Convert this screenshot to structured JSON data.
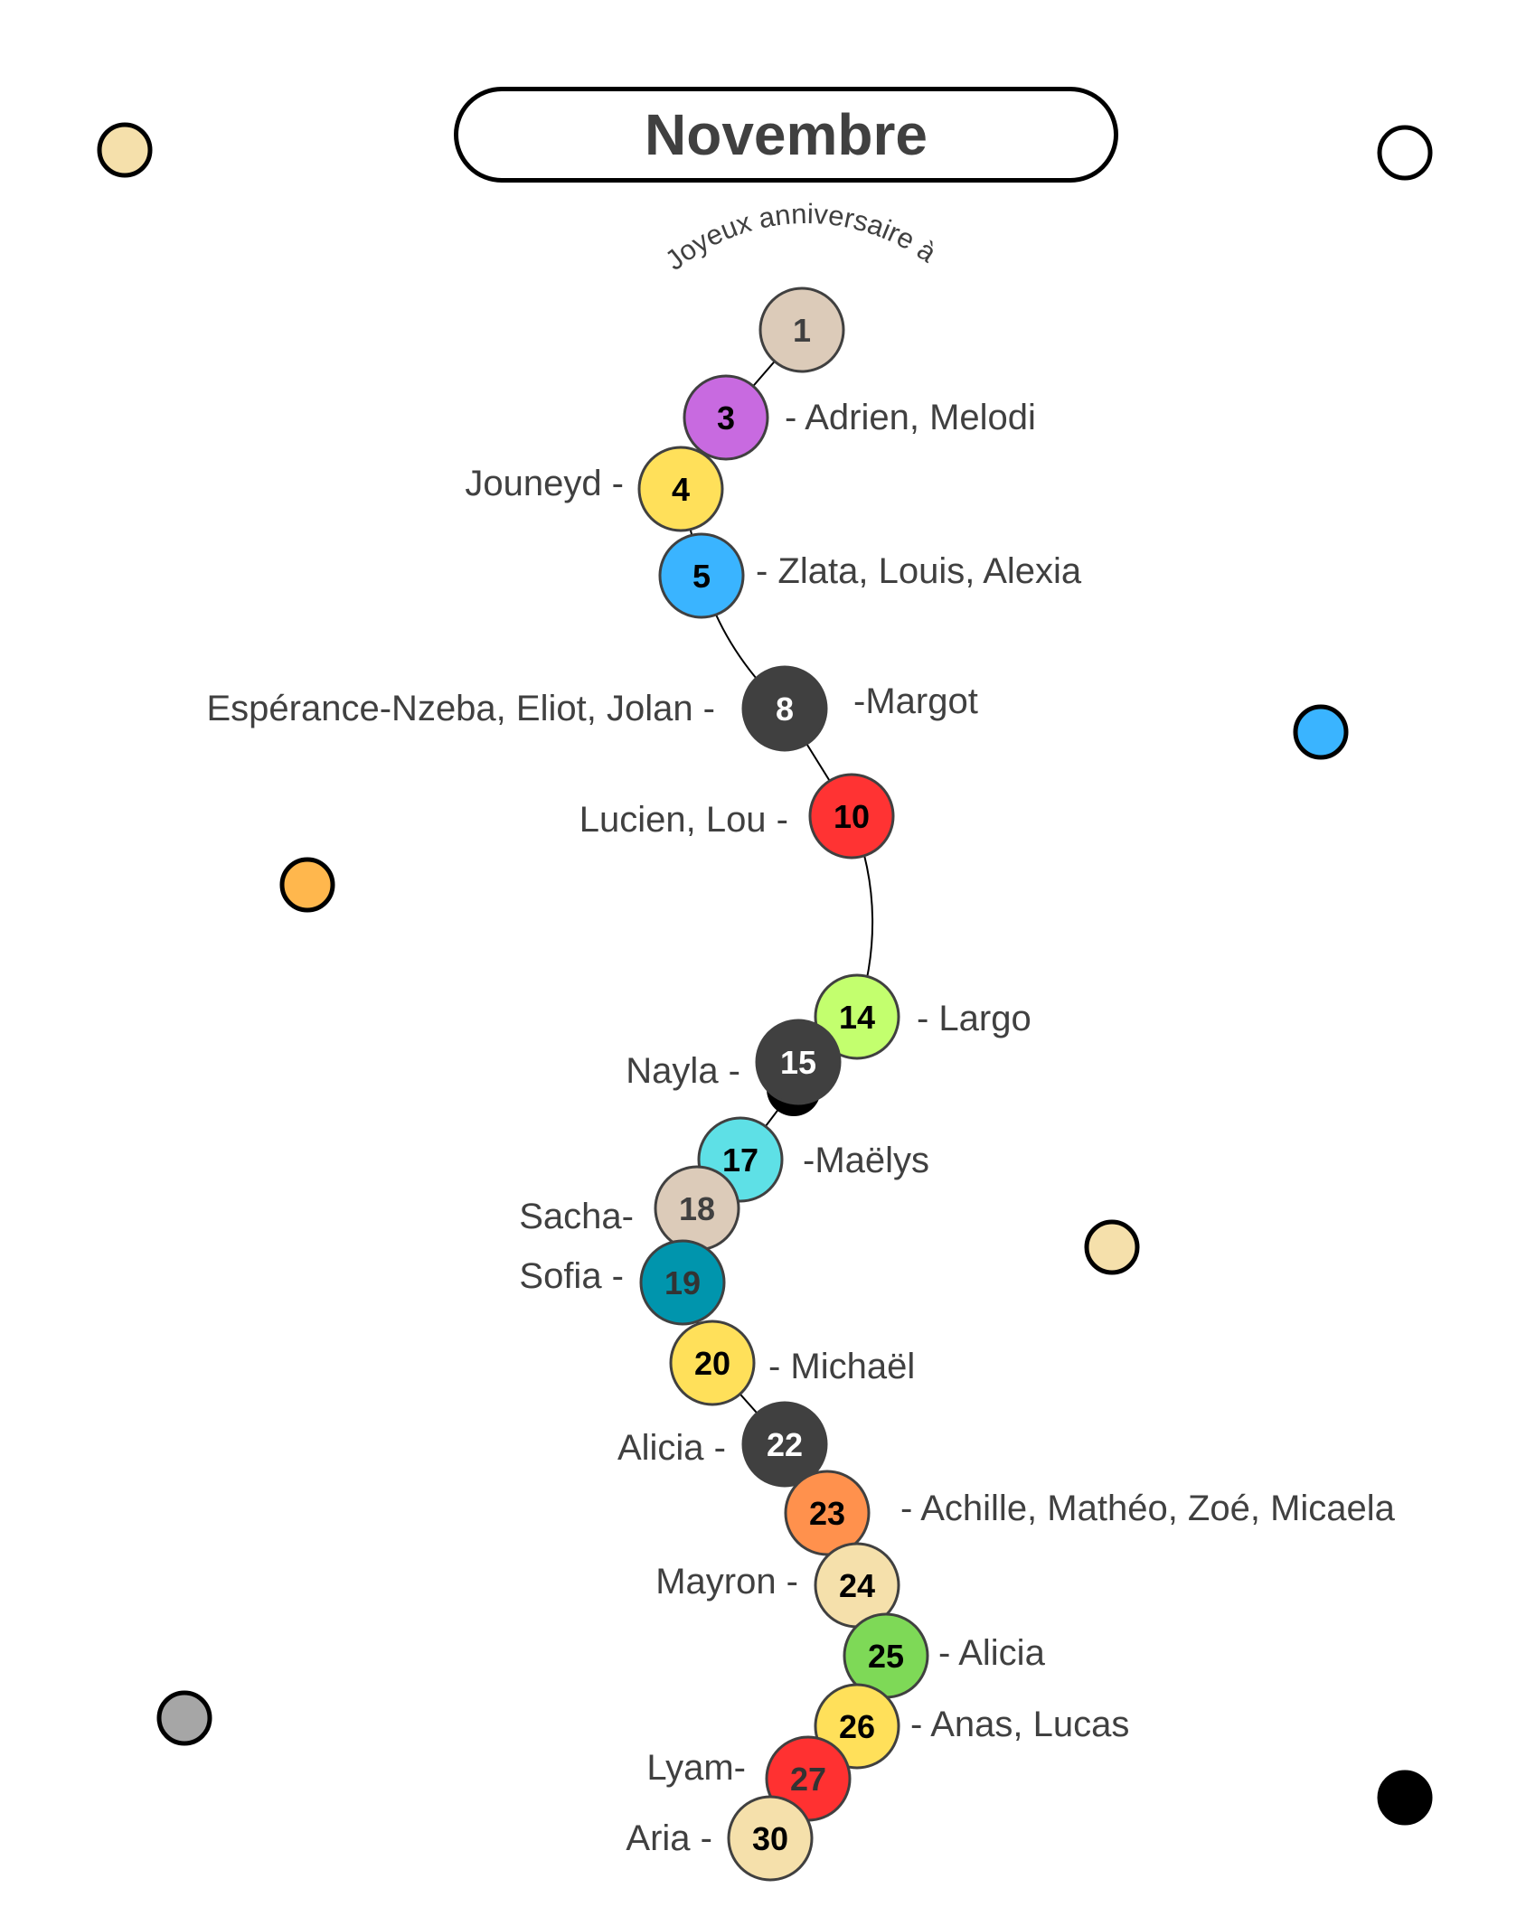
{
  "title": "Novembre",
  "subtitle": "Joyeux anniversaire à",
  "colors": {
    "line": "#000000",
    "circle_stroke": "#404040",
    "text": "#404040"
  },
  "decor_dots": [
    "#f5e0ab",
    "#ffffff",
    "#3ab4ff",
    "#ffb74d",
    "#f5e0ab",
    "#a6a6a6",
    "#000000"
  ],
  "days": [
    {
      "day": "1",
      "color": "#dccbb9",
      "text_color": "#404040"
    },
    {
      "day": "3",
      "color": "#c86ae0",
      "text_color": "#000000"
    },
    {
      "day": "4",
      "color": "#ffe05a",
      "text_color": "#000000"
    },
    {
      "day": "5",
      "color": "#3ab4ff",
      "text_color": "#000000"
    },
    {
      "day": "8",
      "color": "#404040",
      "text_color": "#ffffff"
    },
    {
      "day": "10",
      "color": "#ff3333",
      "text_color": "#000000"
    },
    {
      "day": "14",
      "color": "#c3ff6e",
      "text_color": "#000000"
    },
    {
      "day": "15",
      "color": "#404040",
      "text_color": "#ffffff"
    },
    {
      "day": "17",
      "color": "#5ee0e6",
      "text_color": "#000000"
    },
    {
      "day": "18",
      "color": "#dccbb9",
      "text_color": "#404040"
    },
    {
      "day": "19",
      "color": "#0095ad",
      "text_color": "#333333"
    },
    {
      "day": "20",
      "color": "#ffe05a",
      "text_color": "#000000"
    },
    {
      "day": "22",
      "color": "#404040",
      "text_color": "#ffffff"
    },
    {
      "day": "23",
      "color": "#ff914d",
      "text_color": "#000000"
    },
    {
      "day": "24",
      "color": "#f5e0ab",
      "text_color": "#000000"
    },
    {
      "day": "25",
      "color": "#7ed957",
      "text_color": "#000000"
    },
    {
      "day": "26",
      "color": "#ffe05a",
      "text_color": "#000000"
    },
    {
      "day": "27",
      "color": "#ff3131",
      "text_color": "#333333"
    },
    {
      "day": "30",
      "color": "#f5e0ab",
      "text_color": "#000000"
    }
  ],
  "labels": [
    "- Adrien, Melodi",
    "Jouneyd -",
    "- Zlata, Louis, Alexia",
    "Espérance-Nzeba, Eliot, Jolan -",
    "-Margot",
    "Lucien, Lou -",
    "- Largo",
    "Nayla -",
    "-Maëlys",
    "Sacha-",
    "Sofia -",
    "- Michaël",
    "Alicia -",
    "- Achille, Mathéo, Zoé, Micaela",
    "Mayron -",
    "- Alicia",
    "- Anas, Lucas",
    "Lyam-",
    "Aria -"
  ]
}
